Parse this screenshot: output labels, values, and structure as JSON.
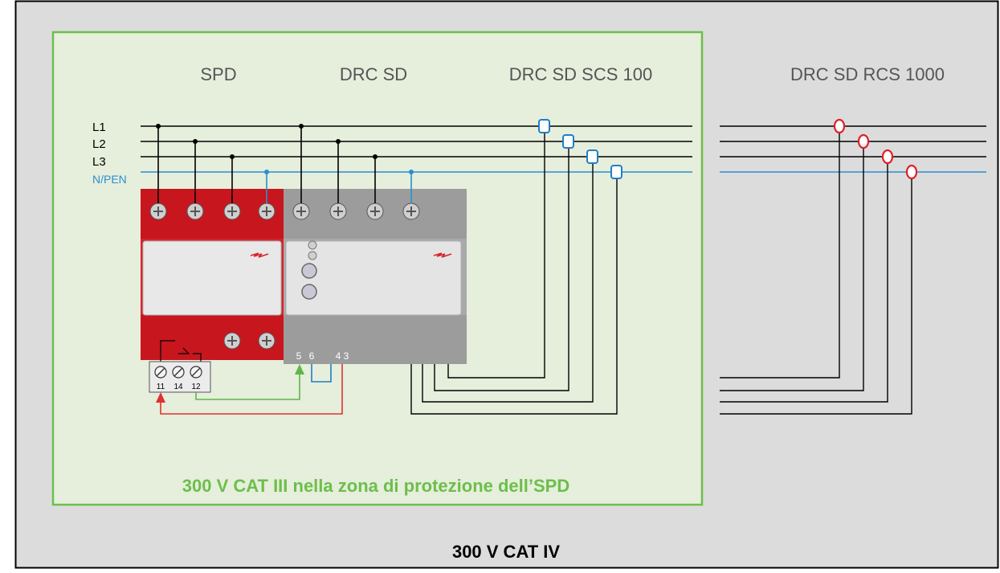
{
  "device_labels": {
    "spd": "SPD",
    "drc_sd": "DRC SD",
    "drc_sd_scs": "DRC SD SCS 100",
    "drc_sd_rcs": "DRC SD RCS 1000"
  },
  "line_labels": {
    "l1": "L1",
    "l2": "L2",
    "l3": "L3",
    "n": "N/PEN"
  },
  "terminals": {
    "relay_11": "11",
    "relay_14": "14",
    "relay_12": "12",
    "drc_5": "5",
    "drc_6": "6",
    "drc_43": "4 3"
  },
  "zones": {
    "inner_caption": "300 V CAT III nella zona di protezione dell’SPD",
    "outer_caption": "300 V CAT IV"
  },
  "colors": {
    "outer_bg": "#dcdcdc",
    "zone_bg": "#e6eedc",
    "zone_border": "#6cbf4a",
    "zone_text": "#6cbf4a",
    "neutral": "#2a8fd0",
    "spd_red": "#d8232a",
    "rcs_sensor": "#e0202a",
    "scs_sensor": "#1e7fc8",
    "signal_green": "#5cb84a",
    "signal_red": "#e03030"
  }
}
